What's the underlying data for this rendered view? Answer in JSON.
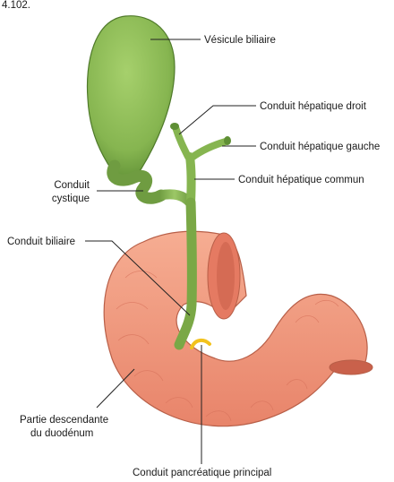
{
  "figure": {
    "number": "4.102."
  },
  "labels": {
    "gallbladder": "Vésicule biliaire",
    "right_hepatic_duct": "Conduit hépatique droit",
    "left_hepatic_duct": "Conduit hépatique gauche",
    "common_hepatic_duct": "Conduit hépatique commun",
    "cystic_duct_line1": "Conduit",
    "cystic_duct_line2": "cystique",
    "bile_duct": "Conduit biliaire",
    "descending_duodenum_line1": "Partie descendante",
    "descending_duodenum_line2": "du duodénum",
    "main_pancreatic_duct": "Conduit pancréatique principal"
  },
  "colors": {
    "gallbladder": "#8fbf5a",
    "duct": "#8db858",
    "duodenum": "#f29b7e",
    "duodenum_inner": "#e9826a",
    "pancreatic_duct": "#f2c21d"
  }
}
